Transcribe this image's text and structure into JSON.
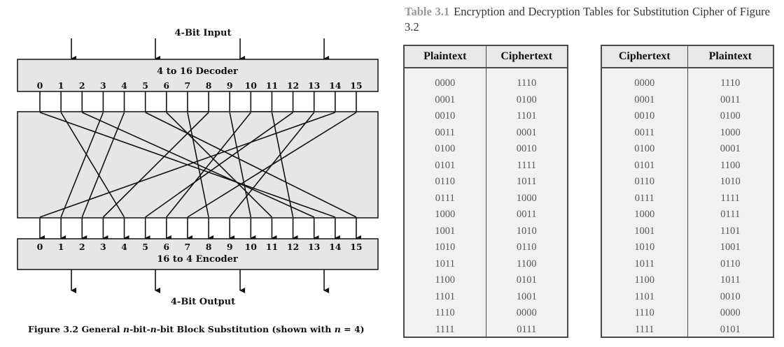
{
  "figure": {
    "input_label": "4-Bit Input",
    "decoder_label": "4 to 16 Decoder",
    "encoder_label": "16 to 4 Encoder",
    "output_label": "4-Bit Output",
    "pin_numbers": [
      "0",
      "1",
      "2",
      "3",
      "4",
      "5",
      "6",
      "7",
      "8",
      "9",
      "10",
      "11",
      "12",
      "13",
      "14",
      "15"
    ],
    "permutation": [
      14,
      4,
      13,
      1,
      2,
      15,
      11,
      8,
      3,
      10,
      6,
      12,
      5,
      9,
      0,
      7
    ],
    "caption_prefix": "Figure 3.2  General ",
    "caption_n1": "n",
    "caption_mid1": "-bit-",
    "caption_n2": "n",
    "caption_mid2": "-bit Block Substitution (shown with ",
    "caption_n3": "n",
    "caption_suffix": " = 4)",
    "colors": {
      "box_fill": "#e6e6e6",
      "stroke": "#111111"
    }
  },
  "table": {
    "label": "Table 3.1",
    "title": "Encryption and Decryption Tables for Substitution Cipher of Figure 3.2",
    "encryption": {
      "headers": [
        "Plaintext",
        "Ciphertext"
      ],
      "plaintext": [
        "0000",
        "0001",
        "0010",
        "0011",
        "0100",
        "0101",
        "0110",
        "0111",
        "1000",
        "1001",
        "1010",
        "1011",
        "1100",
        "1101",
        "1110",
        "1111"
      ],
      "ciphertext": [
        "1110",
        "0100",
        "1101",
        "0001",
        "0010",
        "1111",
        "1011",
        "1000",
        "0011",
        "1010",
        "0110",
        "1100",
        "0101",
        "1001",
        "0000",
        "0111"
      ]
    },
    "decryption": {
      "headers": [
        "Ciphertext",
        "Plaintext"
      ],
      "ciphertext": [
        "0000",
        "0001",
        "0010",
        "0011",
        "0100",
        "0101",
        "0110",
        "0111",
        "1000",
        "1001",
        "1010",
        "1011",
        "1100",
        "1101",
        "1110",
        "1111"
      ],
      "plaintext": [
        "1110",
        "0011",
        "0100",
        "1000",
        "0001",
        "1100",
        "1010",
        "1111",
        "0111",
        "1101",
        "1001",
        "0110",
        "1011",
        "0010",
        "0000",
        "0101"
      ]
    }
  }
}
